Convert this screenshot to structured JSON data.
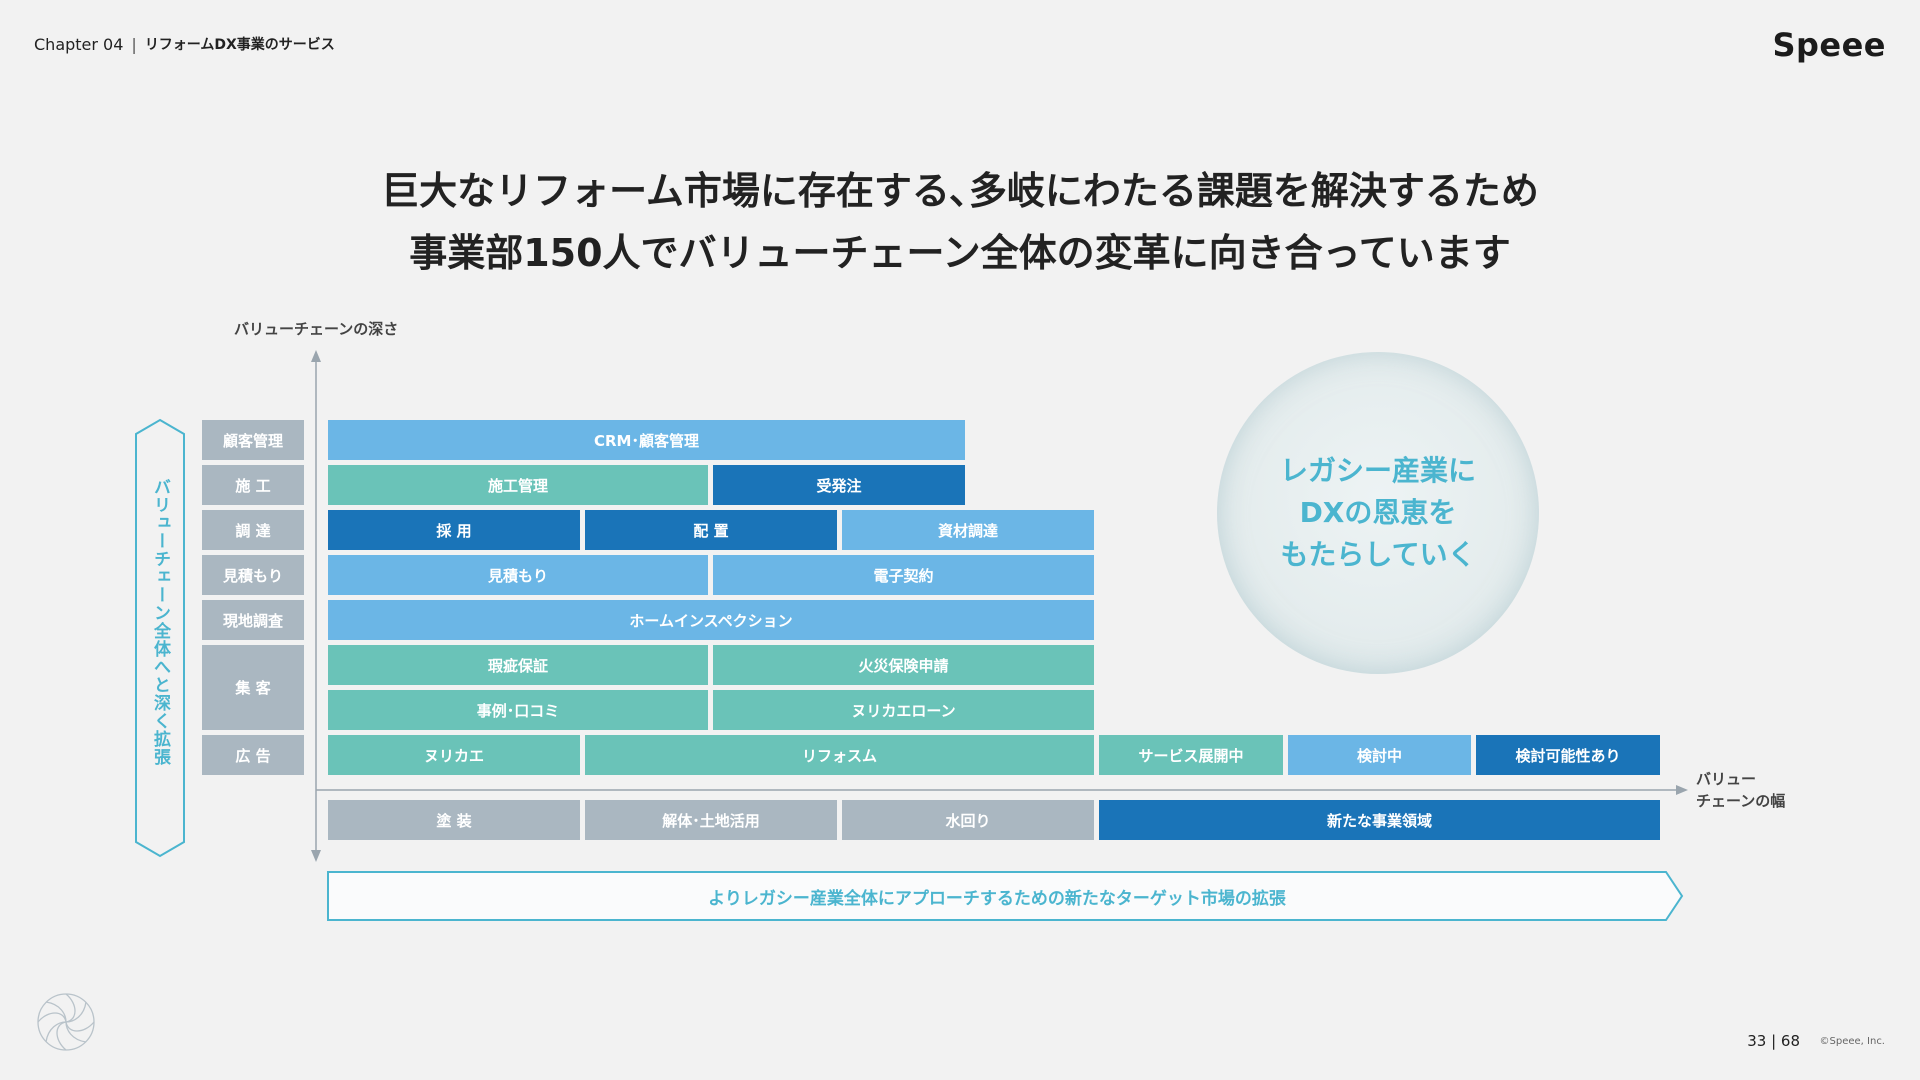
{
  "header": {
    "chapter": "Chapter 04",
    "chapter_title": "リフォームDX事業のサービス",
    "logo": "Speee"
  },
  "title": {
    "line1": "巨大なリフォーム市場に存在する､多岐にわたる課題を解決するため",
    "line2": "事業部150人でバリューチェーン全体の変革に向き合っています"
  },
  "axes": {
    "y_label": "バリューチェーンの深さ",
    "x_label_1": "バリュー",
    "x_label_2": "チェーンの幅",
    "vertical_banner": "バリューチェーン全体へと深く拡張",
    "bottom_banner": "よりレガシー産業全体にアプローチするための新たなターゲット市場の拡張"
  },
  "rows": [
    "顧客管理",
    "施 工",
    "調 達",
    "見積もり",
    "現地調査",
    "集 客",
    "広 告"
  ],
  "cells": {
    "crm": "CRM･顧客管理",
    "construction_mgmt": "施工管理",
    "order": "受発注",
    "hiring": "採 用",
    "dispatch": "配 置",
    "materials": "資材調達",
    "estimate": "見積もり",
    "e_contract": "電子契約",
    "home_inspection": "ホームインスペクション",
    "defect_warranty": "瑕疵保証",
    "fire_insurance": "火災保険申請",
    "case_reviews": "事例･口コミ",
    "nurika_loan": "ヌリカエローン",
    "nurikae": "ヌリカエ",
    "rifosumu": "リフォスム",
    "service_expanding": "サービス展開中",
    "considering": "検討中",
    "possibly_considering": "検討可能性あり",
    "painting": "塗 装",
    "demolition": "解体･土地活用",
    "water": "水回り",
    "new_domain": "新たな事業領域"
  },
  "circle": {
    "text": "レガシー産業に\nDXの恩恵を\nもたらしていく"
  },
  "footer": {
    "page": "33 | 68",
    "copyright": "©Speee, Inc."
  },
  "colors": {
    "light_blue": "#6bb6e6",
    "teal": "#6ac3b8",
    "dark_blue": "#1a74b8",
    "gray": "#aab7c1",
    "accent_cyan": "#4bb5cf"
  }
}
